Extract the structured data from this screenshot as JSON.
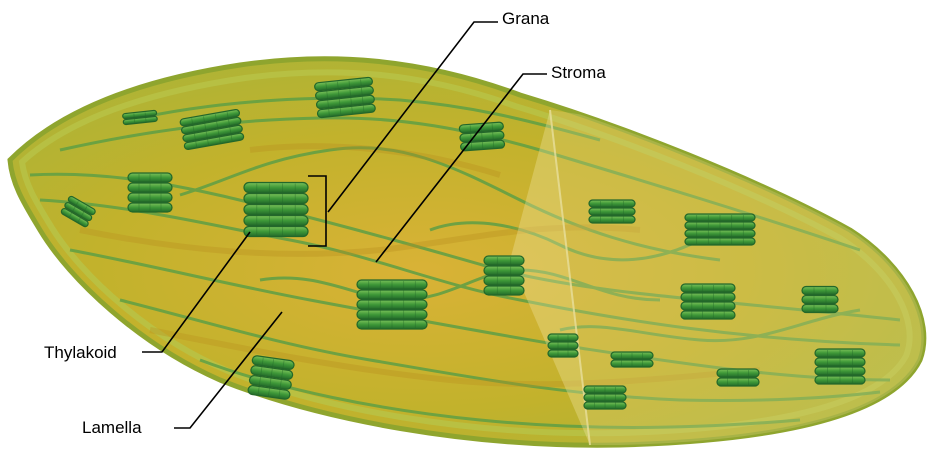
{
  "labels": {
    "grana": "Grana",
    "stroma": "Stroma",
    "thylakoid": "Thylakoid",
    "lamella": "Lamella"
  },
  "colors": {
    "outer_membrane": "#a7b83a",
    "stroma_fill": "#c8b22a",
    "granum": "#3f9a38",
    "granum_dark": "#23672a",
    "lamella": "#5e9f45",
    "leader_line": "#000000"
  }
}
